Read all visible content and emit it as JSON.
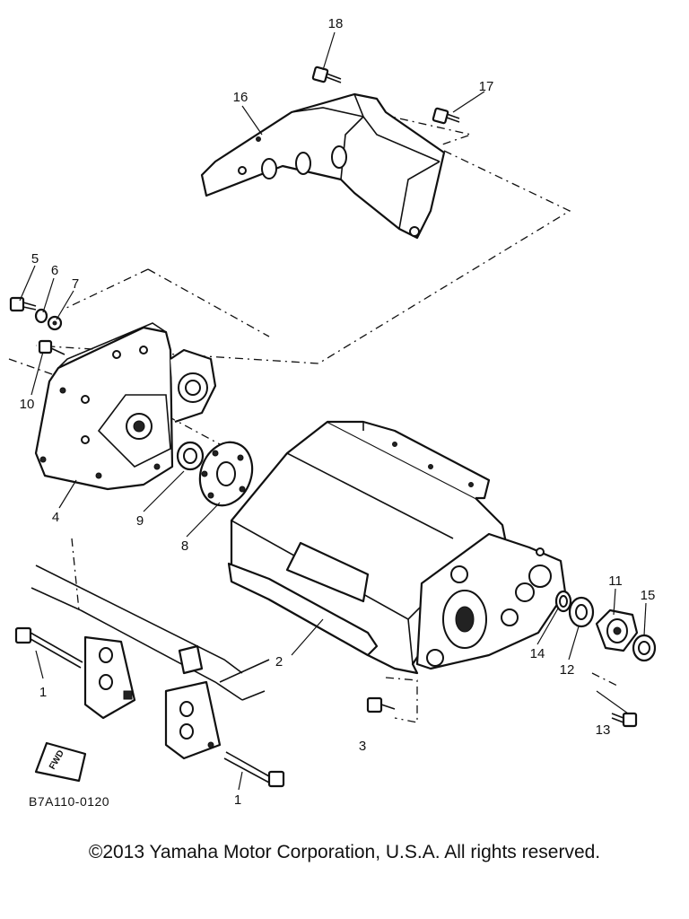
{
  "diagram": {
    "drawing_code": "B7A110-0120",
    "fwd_label": "FWD",
    "callouts": {
      "c1a": "1",
      "c1b": "1",
      "c2": "2",
      "c3": "3",
      "c4": "4",
      "c5": "5",
      "c6": "6",
      "c7": "7",
      "c8": "8",
      "c9": "9",
      "c10": "10",
      "c11": "11",
      "c12": "12",
      "c13": "13",
      "c14": "14",
      "c15": "15",
      "c16": "16",
      "c17": "17",
      "c18": "18"
    }
  },
  "footer": {
    "copyright": "©2013 Yamaha Motor Corporation, U.S.A. All rights reserved."
  }
}
